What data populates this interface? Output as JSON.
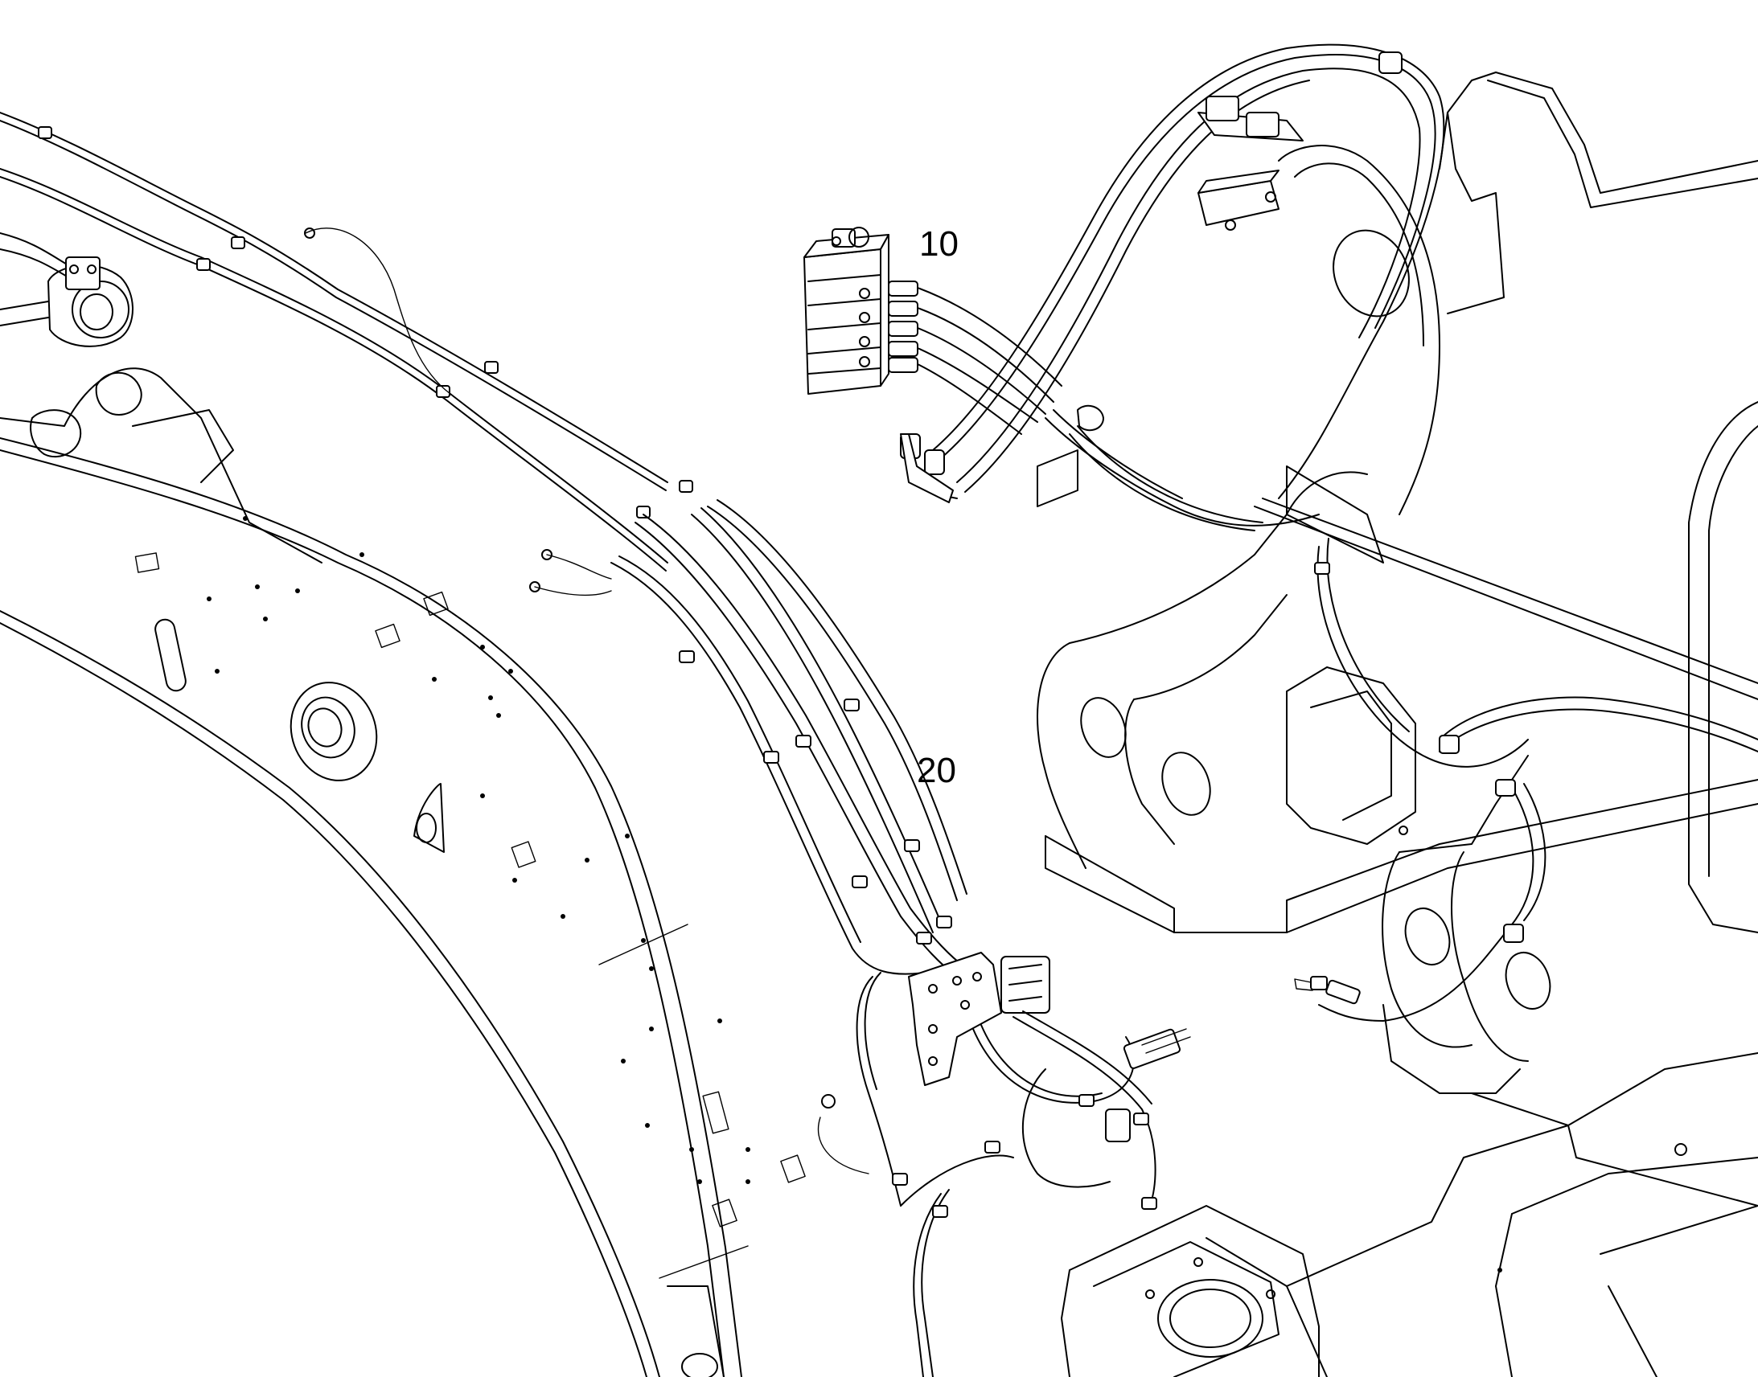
{
  "callouts": [
    {
      "id": "callout-10",
      "label": "10"
    },
    {
      "id": "callout-20",
      "label": "20"
    }
  ],
  "colors": {
    "line": "#000000",
    "background": "#ffffff"
  }
}
